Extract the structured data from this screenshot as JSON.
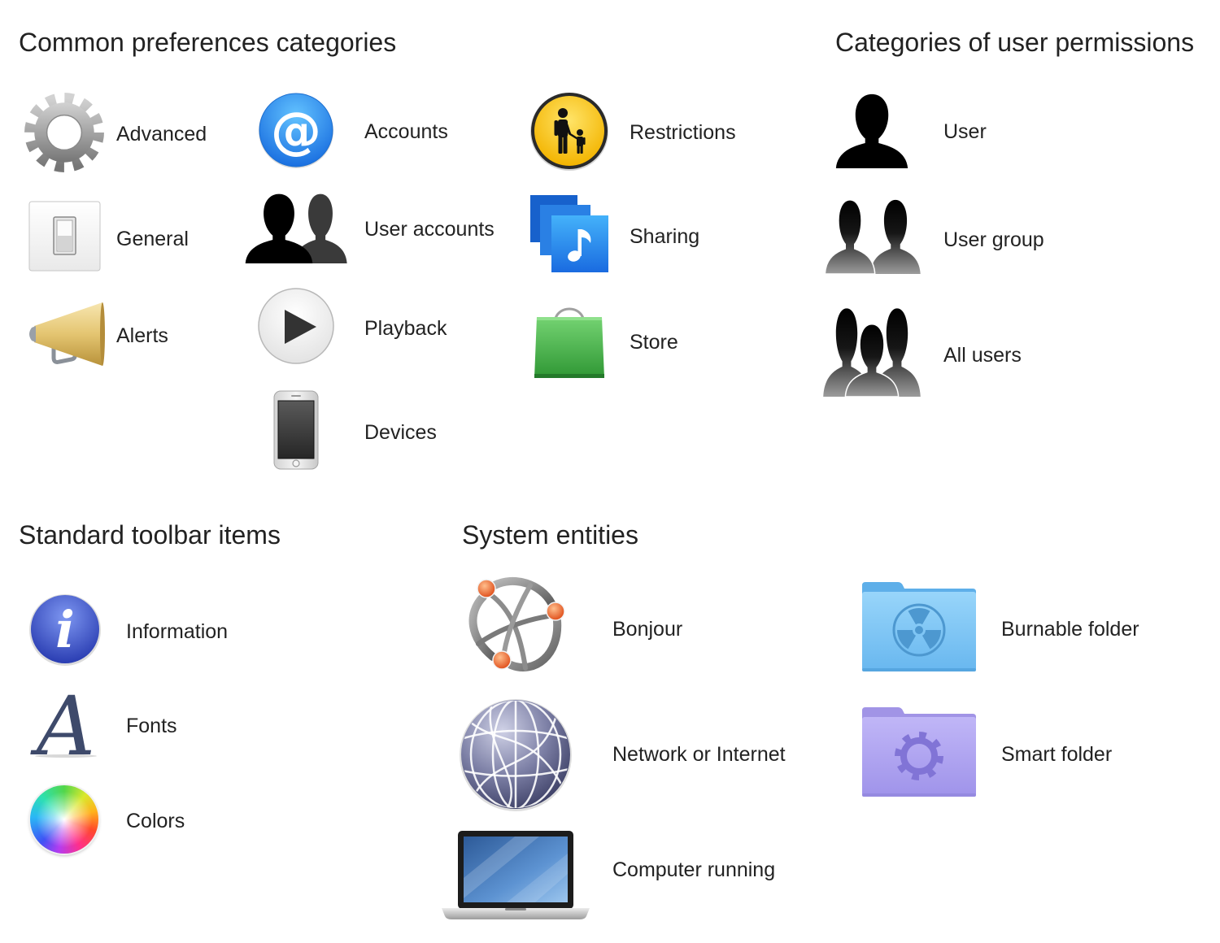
{
  "sections": {
    "common_preferences": {
      "title": "Common preferences categories",
      "items": {
        "advanced": {
          "label": "Advanced",
          "icon": "gear-icon"
        },
        "general": {
          "label": "General",
          "icon": "light-switch-icon"
        },
        "alerts": {
          "label": "Alerts",
          "icon": "megaphone-icon"
        },
        "accounts": {
          "label": "Accounts",
          "icon": "at-sign-icon",
          "glyph": "@"
        },
        "user_accounts": {
          "label": "User accounts",
          "icon": "two-users-icon"
        },
        "playback": {
          "label": "Playback",
          "icon": "play-icon"
        },
        "devices": {
          "label": "Devices",
          "icon": "smartphone-icon"
        },
        "restrictions": {
          "label": "Restrictions",
          "icon": "parental-controls-icon"
        },
        "sharing": {
          "label": "Sharing",
          "icon": "shared-music-icon"
        },
        "store": {
          "label": "Store",
          "icon": "shopping-bag-icon"
        }
      }
    },
    "user_permissions": {
      "title": "Categories of user permissions",
      "items": {
        "user": {
          "label": "User",
          "icon": "user-icon"
        },
        "user_group": {
          "label": "User group",
          "icon": "user-group-icon"
        },
        "all_users": {
          "label": "All users",
          "icon": "all-users-icon"
        }
      }
    },
    "toolbar_items": {
      "title": "Standard toolbar items",
      "items": {
        "information": {
          "label": "Information",
          "icon": "info-icon",
          "glyph": "i"
        },
        "fonts": {
          "label": "Fonts",
          "icon": "font-icon",
          "glyph": "A"
        },
        "colors": {
          "label": "Colors",
          "icon": "color-wheel-icon"
        }
      }
    },
    "system_entities": {
      "title": "System entities",
      "items": {
        "bonjour": {
          "label": "Bonjour",
          "icon": "bonjour-icon"
        },
        "network": {
          "label": "Network or Internet",
          "icon": "globe-icon"
        },
        "computer_running": {
          "label": "Computer running",
          "icon": "laptop-icon"
        },
        "burnable_folder": {
          "label": "Burnable folder",
          "icon": "burnable-folder-icon"
        },
        "smart_folder": {
          "label": "Smart folder",
          "icon": "smart-folder-icon"
        }
      }
    }
  },
  "colors": {
    "text": "#222222",
    "accounts_blue": "#2a86ec",
    "restrictions_yellow": "#f7c51e",
    "store_green": "#47b04a",
    "info_blue": "#3a55cf",
    "burnable_folder_blue": "#7cc3f3",
    "smart_folder_purple": "#aca1ef"
  }
}
